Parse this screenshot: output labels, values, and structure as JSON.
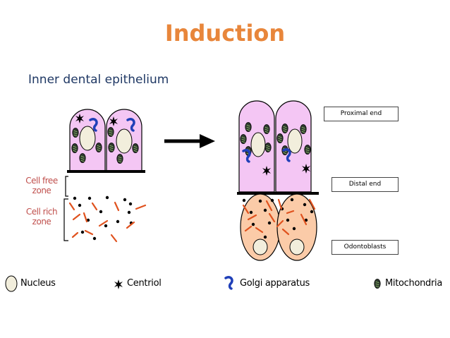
{
  "title": "Induction",
  "subtitle": "Inner dental epithelium",
  "labels": {
    "proximal_end": "Proximal end",
    "distal_end": "Distal end",
    "odontoblasts": "Odontoblasts",
    "cell_free_zone": "Cell free zone",
    "cell_rich_zone": "Cell rich zone"
  },
  "legend": {
    "nucleus": "Nucleus",
    "centriol": "Centriol",
    "golgi": "Golgi apparatus",
    "mitochondria": "Mitochondria"
  },
  "colors": {
    "title": "#E8863B",
    "subtitle": "#1F3864",
    "epithelial_cell": "#F4C6F4",
    "odontoblast_cell": "#FBCBA8",
    "nucleus": "#F2EEDC",
    "golgi": "#1F3FB8",
    "fiber": "#E0521E",
    "zone_label": "#C0504D"
  }
}
